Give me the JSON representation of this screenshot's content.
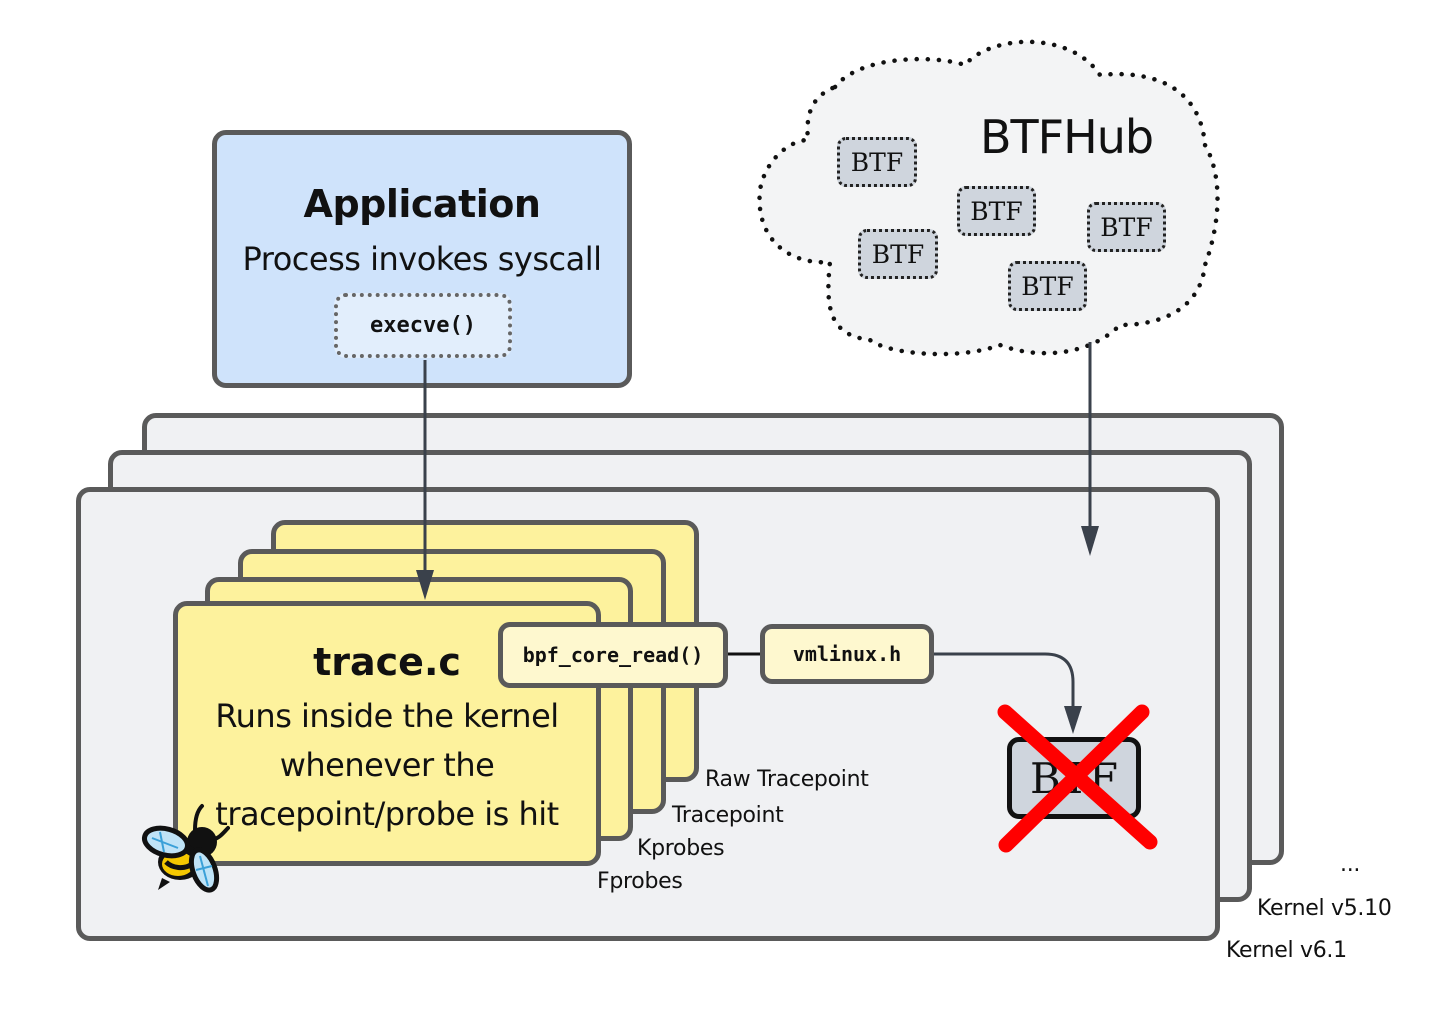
{
  "application": {
    "title": "Application",
    "subtitle": "Process invokes syscall",
    "syscall": "execve()"
  },
  "btfhub": {
    "title": "BTFHub",
    "tiles": [
      "BTF",
      "BTF",
      "BTF",
      "BTF",
      "BTF"
    ]
  },
  "program": {
    "title": "trace.c",
    "description_lines": [
      "Runs inside the kernel",
      "whenever the",
      "tracepoint/probe is hit"
    ],
    "helper": "bpf_core_read()",
    "header": "vmlinux.h",
    "attach_types": [
      "Raw Tracepoint",
      "Tracepoint",
      "Kprobes",
      "Fprobes"
    ]
  },
  "kernel": {
    "missing_btf_label": "BTF",
    "versions": [
      "...",
      "Kernel v5.10",
      "Kernel v6.1"
    ]
  },
  "colors": {
    "application_fill": "#cfe3fb",
    "program_fill": "#fdf29d",
    "kernel_fill": "#f0f1f3",
    "btf_fill": "#cfd5dd",
    "cross_out": "#ff0000",
    "border": "#5a5a5a",
    "arrow": "#3a414b"
  },
  "icons": {
    "mascot": "bee-icon",
    "missing": "cross-out-icon"
  }
}
